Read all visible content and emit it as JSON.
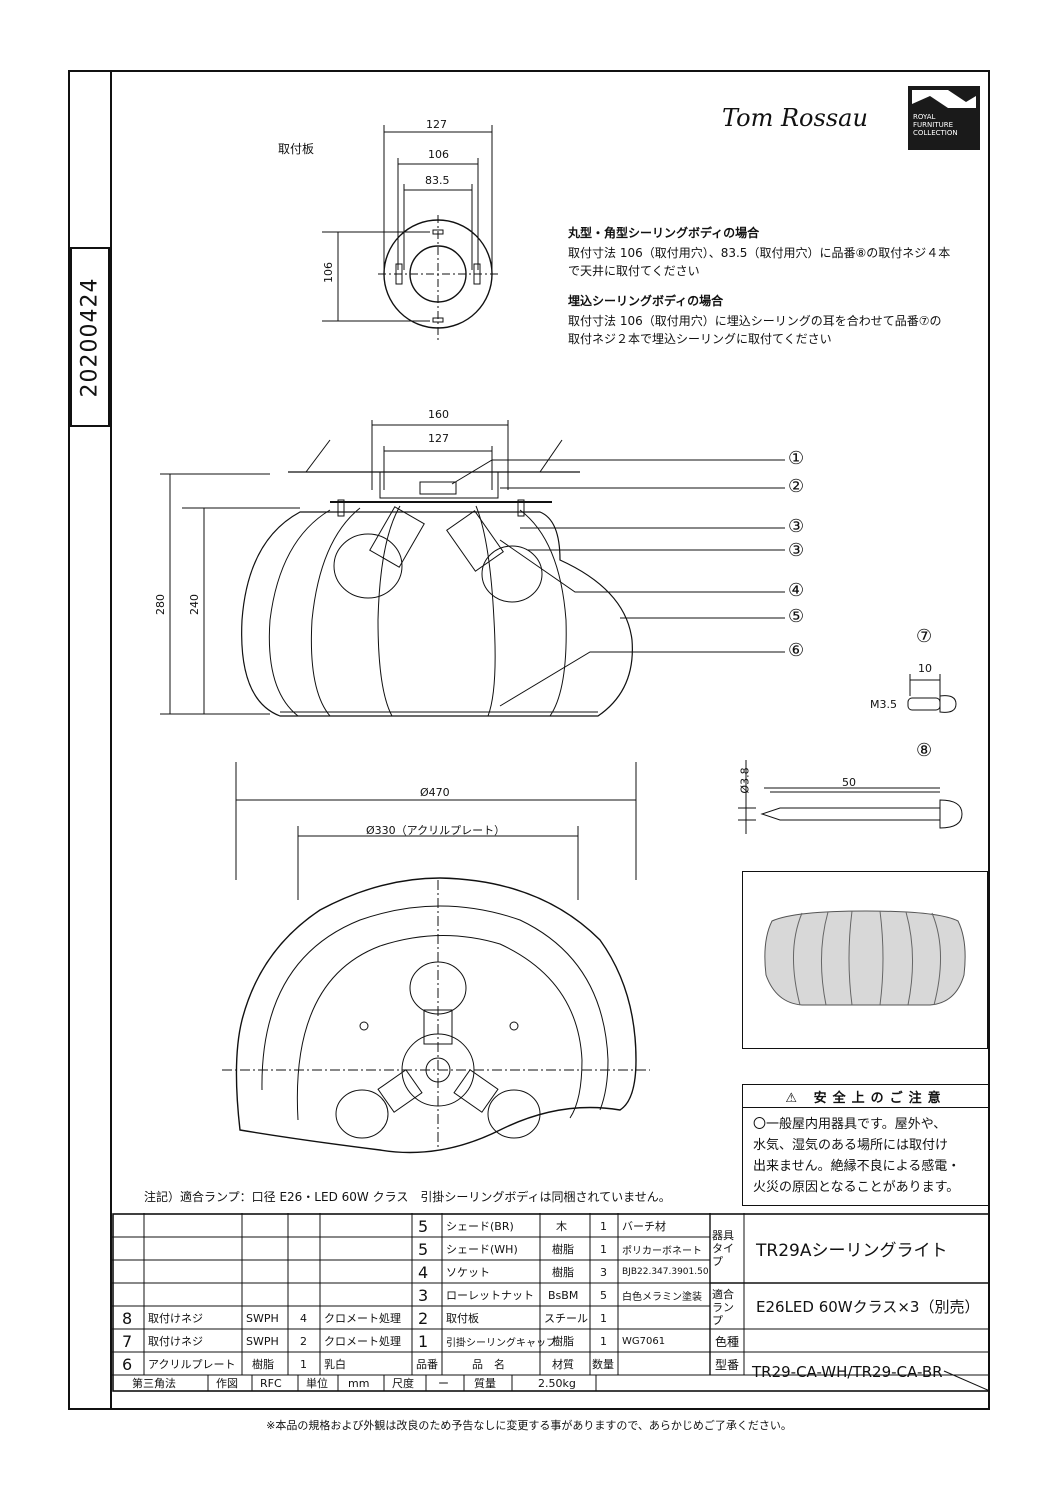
{
  "date_code": "20200424",
  "brand": {
    "signature": "Tom Rossau",
    "logo_text": [
      "ROYAL",
      "FURNITURE",
      "COLLECTION"
    ]
  },
  "plate": {
    "label": "取付板",
    "dims": [
      "127",
      "106",
      "83.5",
      "106"
    ]
  },
  "notes": {
    "h1": "丸型・角型シーリングボディの場合",
    "l1": "取付寸法 106（取付用穴）、83.5（取付用穴）に品番⑧の取付ネジ４本",
    "l2": "で天井に取付てください",
    "h2": "埋込シーリングボディの場合",
    "l3": "取付寸法 106（取付用穴）に埋込シーリングの耳を合わせて品番⑦の",
    "l4": "取付ネジ２本で埋込シーリングに取付てください"
  },
  "side_view": {
    "dims": [
      "160",
      "127",
      "280",
      "240"
    ],
    "callouts": [
      "①",
      "②",
      "③",
      "③",
      "④",
      "⑤",
      "⑥"
    ]
  },
  "screw7": {
    "num": "⑦",
    "length": "10",
    "size": "M3.5"
  },
  "screw8": {
    "num": "⑧",
    "length": "50",
    "dia": "Ø3.8"
  },
  "top_view": {
    "dia_outer": "Ø470",
    "dia_inner": "Ø330（アクリルプレート）"
  },
  "safety": {
    "title": "⚠ 安全上のご注意",
    "lines": [
      "〇一般屋内用器具です。屋外や、",
      "水気、湿気のある場所には取付け",
      "出来ません。絶縁不良による感電・",
      "火災の原因となることがあります。"
    ]
  },
  "remark": "注記）適合ランプ：口径 E26・LED 60W クラス　引掛シーリングボディは同梱されていません。",
  "bom": {
    "right_parts": [
      {
        "no": "5",
        "name": "シェード(BR)",
        "mat": "木",
        "qty": "1",
        "note": "バーチ材"
      },
      {
        "no": "5",
        "name": "シェード(WH)",
        "mat": "樹脂",
        "qty": "1",
        "note": "ポリカーボネート"
      },
      {
        "no": "4",
        "name": "ソケット",
        "mat": "樹脂",
        "qty": "3",
        "note": "BJB22.347.3901.50"
      },
      {
        "no": "3",
        "name": "ローレットナット",
        "mat": "BsBM",
        "qty": "5",
        "note": "白色メラミン塗装"
      },
      {
        "no": "2",
        "name": "取付板",
        "mat": "スチール",
        "qty": "1",
        "note": ""
      },
      {
        "no": "1",
        "name": "引掛シーリングキャップ",
        "mat": "樹脂",
        "qty": "1",
        "note": "WG7061"
      }
    ],
    "left_parts": [
      {
        "no": "8",
        "name": "取付けネジ",
        "mat": "SWPH",
        "qty": "4",
        "note": "クロメート処理"
      },
      {
        "no": "7",
        "name": "取付けネジ",
        "mat": "SWPH",
        "qty": "2",
        "note": "クロメート処理"
      },
      {
        "no": "6",
        "name": "アクリルプレート",
        "mat": "樹脂",
        "qty": "1",
        "note": "乳白"
      }
    ],
    "header": {
      "no": "品番",
      "name": "品　名",
      "mat": "材質",
      "qty": "数量"
    },
    "info": {
      "k1": "器具タイプ",
      "v1": "TR29Aシーリングライト",
      "k2": "適合ランプ",
      "v2": "E26LED 60Wクラス×3（別売）",
      "k3": "色種",
      "v3": "",
      "k4": "型番",
      "v4": "TR29-CA-WH/TR29-CA-BR"
    },
    "bottom": {
      "proj": "第三角法",
      "drawn_k": "作図",
      "drawn_v": "RFC",
      "unit_k": "単位",
      "unit_v": "mm",
      "scale_k": "尺度",
      "scale_v": "ー",
      "mass_k": "質量",
      "mass_v": "2.50kg"
    }
  },
  "footer": "※本品の規格および外観は改良のため予告なしに変更する事がありますので、あらかじめご了承ください。"
}
